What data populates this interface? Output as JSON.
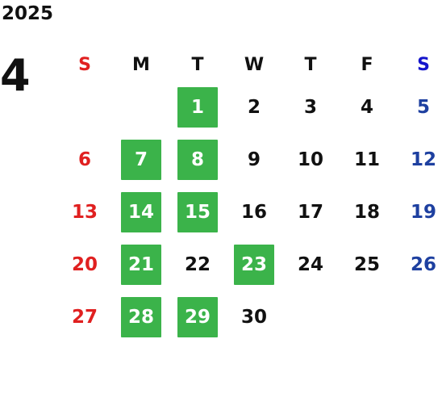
{
  "calendar": {
    "year": "2025",
    "month": "4",
    "weekdays": [
      "S",
      "M",
      "T",
      "W",
      "T",
      "F",
      "S"
    ],
    "weekday_colors": [
      "#e02020",
      "#111111",
      "#111111",
      "#111111",
      "#111111",
      "#111111",
      "#1515cc"
    ],
    "first_weekday_index": 2,
    "days": [
      "1",
      "2",
      "3",
      "4",
      "5",
      "6",
      "7",
      "8",
      "9",
      "10",
      "11",
      "12",
      "13",
      "14",
      "15",
      "16",
      "17",
      "18",
      "19",
      "20",
      "21",
      "22",
      "23",
      "24",
      "25",
      "26",
      "27",
      "28",
      "29",
      "30"
    ],
    "highlighted_days": [
      "1",
      "7",
      "8",
      "14",
      "15",
      "21",
      "23",
      "28",
      "29"
    ],
    "colors": {
      "sunday": "#e02020",
      "saturday": "#1e40a0",
      "weekday": "#111111",
      "highlight_bg": "#3bb34a",
      "highlight_text": "#ffffff"
    }
  }
}
